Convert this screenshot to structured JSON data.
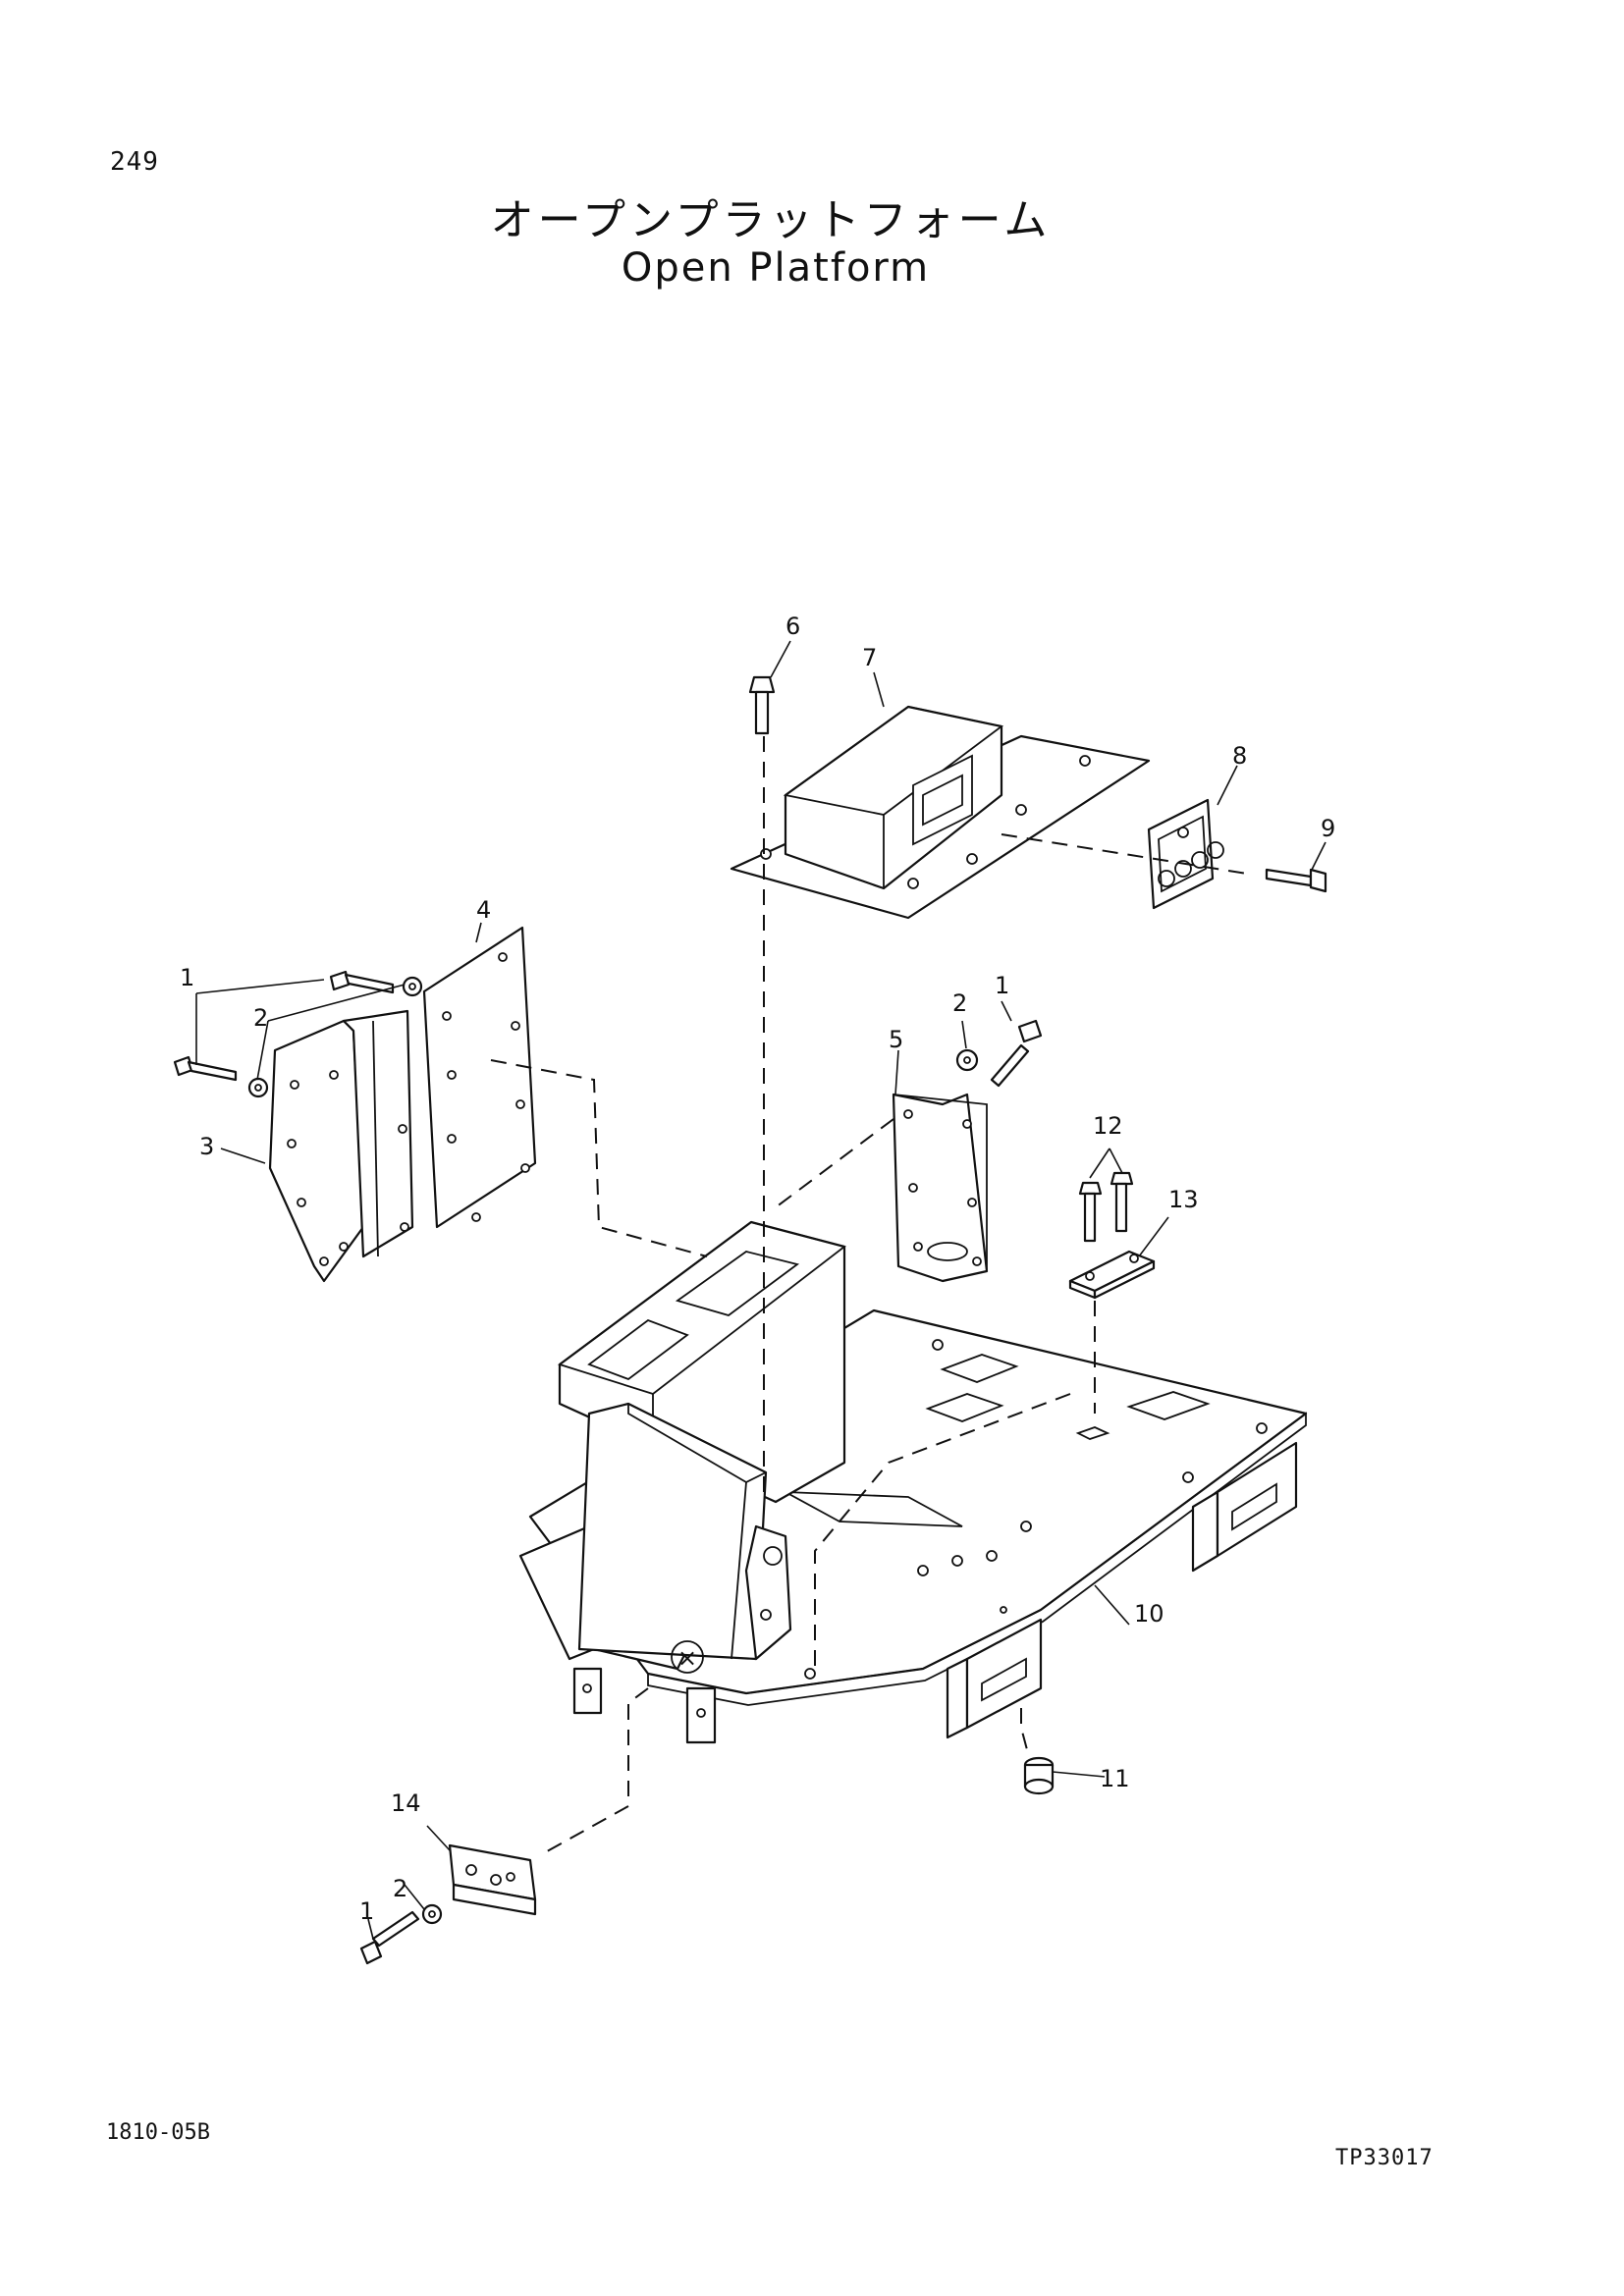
{
  "header": {
    "page_number": "249",
    "title_jp": "オープンプラットフォーム",
    "title_en": "Open Platform"
  },
  "callouts": {
    "c1a": "1",
    "c2a": "2",
    "c3": "3",
    "c4": "4",
    "c5": "5",
    "c1b": "1",
    "c2b": "2",
    "c6": "6",
    "c7": "7",
    "c8": "8",
    "c9": "9",
    "c10": "10",
    "c11": "11",
    "c12": "12",
    "c13": "13",
    "c14": "14",
    "c2c": "2",
    "c1c": "1"
  },
  "footer": {
    "left_code": "1810-05B",
    "right_code": "TP33017"
  }
}
